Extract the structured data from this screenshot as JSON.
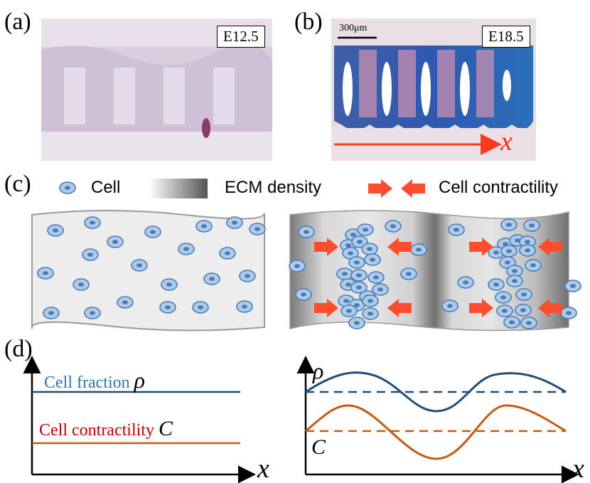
{
  "panel_labels": {
    "a": "(a)",
    "b": "(b)",
    "c": "(c)",
    "d": "(d)"
  },
  "panel_a": {
    "stage": "E12.5"
  },
  "panel_b": {
    "stage": "E18.5",
    "scale_bar": "300μm",
    "axis": "x"
  },
  "legend": {
    "cell": "Cell",
    "ecm": "ECM density",
    "contractility": "Cell contractility"
  },
  "panel_d": {
    "left": {
      "rho_label": "Cell fraction",
      "rho_symbol": "ρ",
      "c_label": "Cell contractility",
      "c_symbol": "C",
      "x_axis": "x"
    },
    "right": {
      "rho_symbol": "ρ",
      "c_symbol": "C",
      "x_axis": "x"
    }
  },
  "colors": {
    "rho": "#1f4e79",
    "contractility": "#c55a11",
    "arrow": "#ff4d2e",
    "cell_fill": "#aecbe8",
    "cell_edge": "#4a7ab7"
  }
}
